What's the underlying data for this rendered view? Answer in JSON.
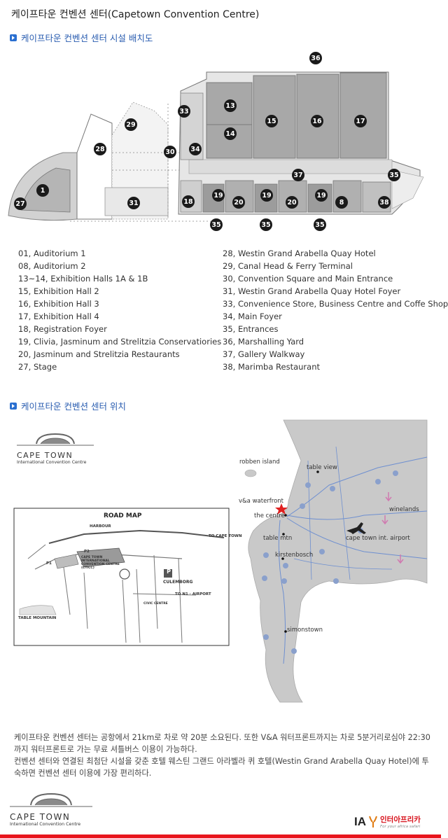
{
  "title": "케이프타운 컨벤션 센터(Capetown Convention Centre)",
  "sections": {
    "layout_heading": "케이프타운 컨벤션 센터 시설 배치도",
    "location_heading": "케이프타운 컨벤션 센터 위치"
  },
  "floor_plan_markers": [
    "36",
    "13",
    "15",
    "16",
    "17",
    "33",
    "29",
    "14",
    "28",
    "30",
    "34",
    "37",
    "35",
    "1",
    "19",
    "19",
    "19",
    "18",
    "20",
    "20",
    "8",
    "38",
    "27",
    "31",
    "35",
    "35",
    "35"
  ],
  "legend_left": [
    "01, Auditorium 1",
    "08, Auditorium 2",
    "13~14, Exhibition Halls 1A & 1B",
    "15, Exhibition Hall 2",
    "16, Exhibition Hall 3",
    "17, Exhibition Hall 4",
    "18, Registration Foyer",
    "19, Clivia, Jasminum and Strelitzia Conservatiories",
    "20, Jasminum and Strelitzia Restaurants",
    "27, Stage"
  ],
  "legend_right": [
    "28, Westin Grand Arabella Quay Hotel",
    "29, Canal Head & Ferry Terminal",
    "30, Convention Square and Main Entrance",
    "31, Westin Grand Arabella Quay Hotel Foyer",
    "33, Convenience Store, Business Centre and Coffe Shop",
    "34, Main Foyer",
    "35, Entrances",
    "36, Marshalling Yard",
    "37, Gallery Walkway",
    "38, Marimba Restaurant"
  ],
  "map": {
    "logo_title": "CAPE TOWN",
    "logo_subtitle": "International Convention Centre",
    "places": {
      "robben_island": "robben island",
      "table_view": "table view",
      "va_waterfront": "v&a waterfront",
      "the_centre": "the centre",
      "winelands": "winelands",
      "table_mtn": "table mtn",
      "airport": "cape town int. airport",
      "kirstenbosch": "kirstenbosch",
      "simonstown": "simonstown"
    },
    "road_map": {
      "title": "ROAD MAP",
      "harbour": "HARBOUR",
      "culemborg": "CULEMBORG",
      "table_mountain": "TABLE MOUNTAIN",
      "cticc": "CAPE TOWN INTERNATIONAL CONVENTION CENTRE (CTICC)",
      "to_cape_town": "TO CAPE TOWN",
      "to_n1_airport": "TO N1 · AIRPORT",
      "civic_centre": "CIVIC CENTRE",
      "parking": "P",
      "p1": "P1",
      "p2": "P2"
    }
  },
  "description": [
    "케이프타운 컨벤션 센터는 공항에서 21km로 차로 약 20분 소요된다. 또한 V&A 워터프론트까지는 차로 5분거리로심야 22:30까지 워터프론트로 가는 무료 셔틀버스 이용이 가능하다.",
    "컨벤션 센터와 연결된 최첨단 시설을 갖춘 호텔 웨스틴 그랜드 아라벨라 퀴 호텔(Westin Grand Arabella Quay Hotel)에 투숙하면 컨벤션 센터 이용에 가장 편리하다."
  ],
  "footer": {
    "logo_title": "CAPE TOWN",
    "logo_subtitle": "International Convention Centre",
    "brand_ia": "IA",
    "brand_name": "인터아프리카",
    "brand_tagline": "For your africa safari"
  },
  "colors": {
    "accent_blue": "#2a5db0",
    "footer_red": "#e8141c",
    "hall_gray": "#a8a8a8",
    "land_gray": "#c9c9c9",
    "star_red": "#e02020"
  }
}
